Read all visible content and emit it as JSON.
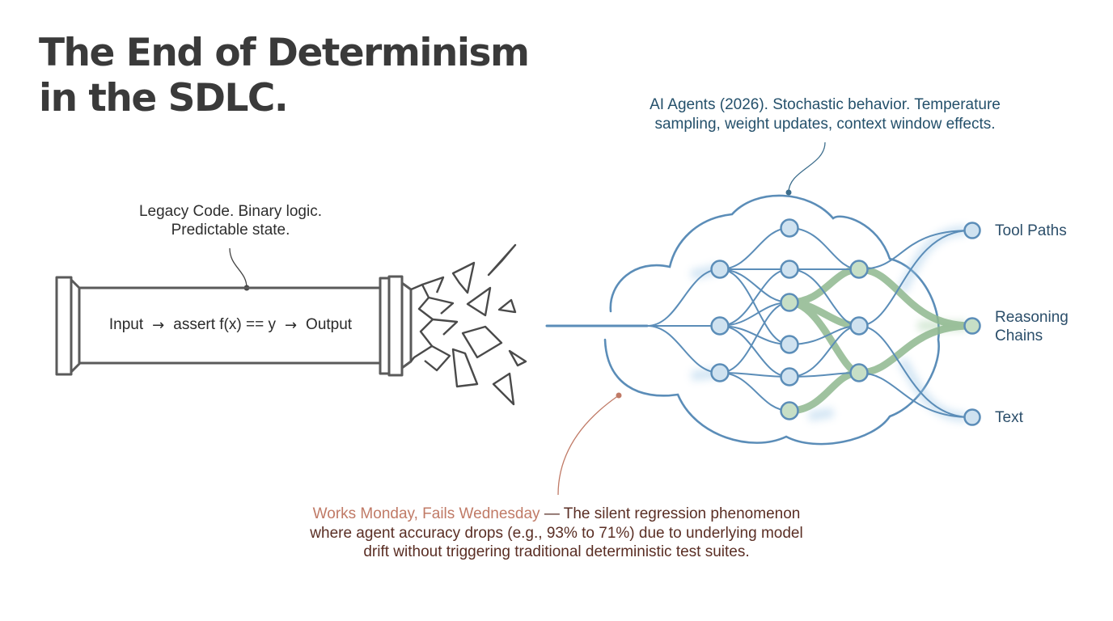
{
  "title": {
    "line1": "The End of Determinism",
    "line2": "in the SDLC."
  },
  "legacy": {
    "label_line1": "Legacy Code. Binary logic.",
    "label_line2": "Predictable state.",
    "pipe_input": "Input",
    "pipe_assert": "assert f(x) == y",
    "pipe_output": "Output",
    "arrow_glyph": "→"
  },
  "ai": {
    "label_line1": "AI Agents (2026). Stochastic behavior. Temperature",
    "label_line2": "sampling, weight updates, context window effects."
  },
  "outputs": {
    "tool_paths": "Tool Paths",
    "reasoning_line1": "Reasoning",
    "reasoning_line2": "Chains",
    "text": "Text"
  },
  "caption": {
    "highlight": "Works Monday, Fails Wednesday",
    "body": " — The silent regression phenomenon where agent accuracy drops (e.g., 93% to 71%) due to underlying model drift without triggering traditional deterministic test suites."
  },
  "colors": {
    "title": "#3a3a3a",
    "pipe_stroke": "#555555",
    "network_blue": "#5b8db8",
    "node_fill": "#cfe2f0",
    "green_path": "#8fb88f",
    "highlight": "#c07a66"
  },
  "icons": {
    "shatter": "shatter-shards",
    "network": "neural-network-cloud"
  }
}
